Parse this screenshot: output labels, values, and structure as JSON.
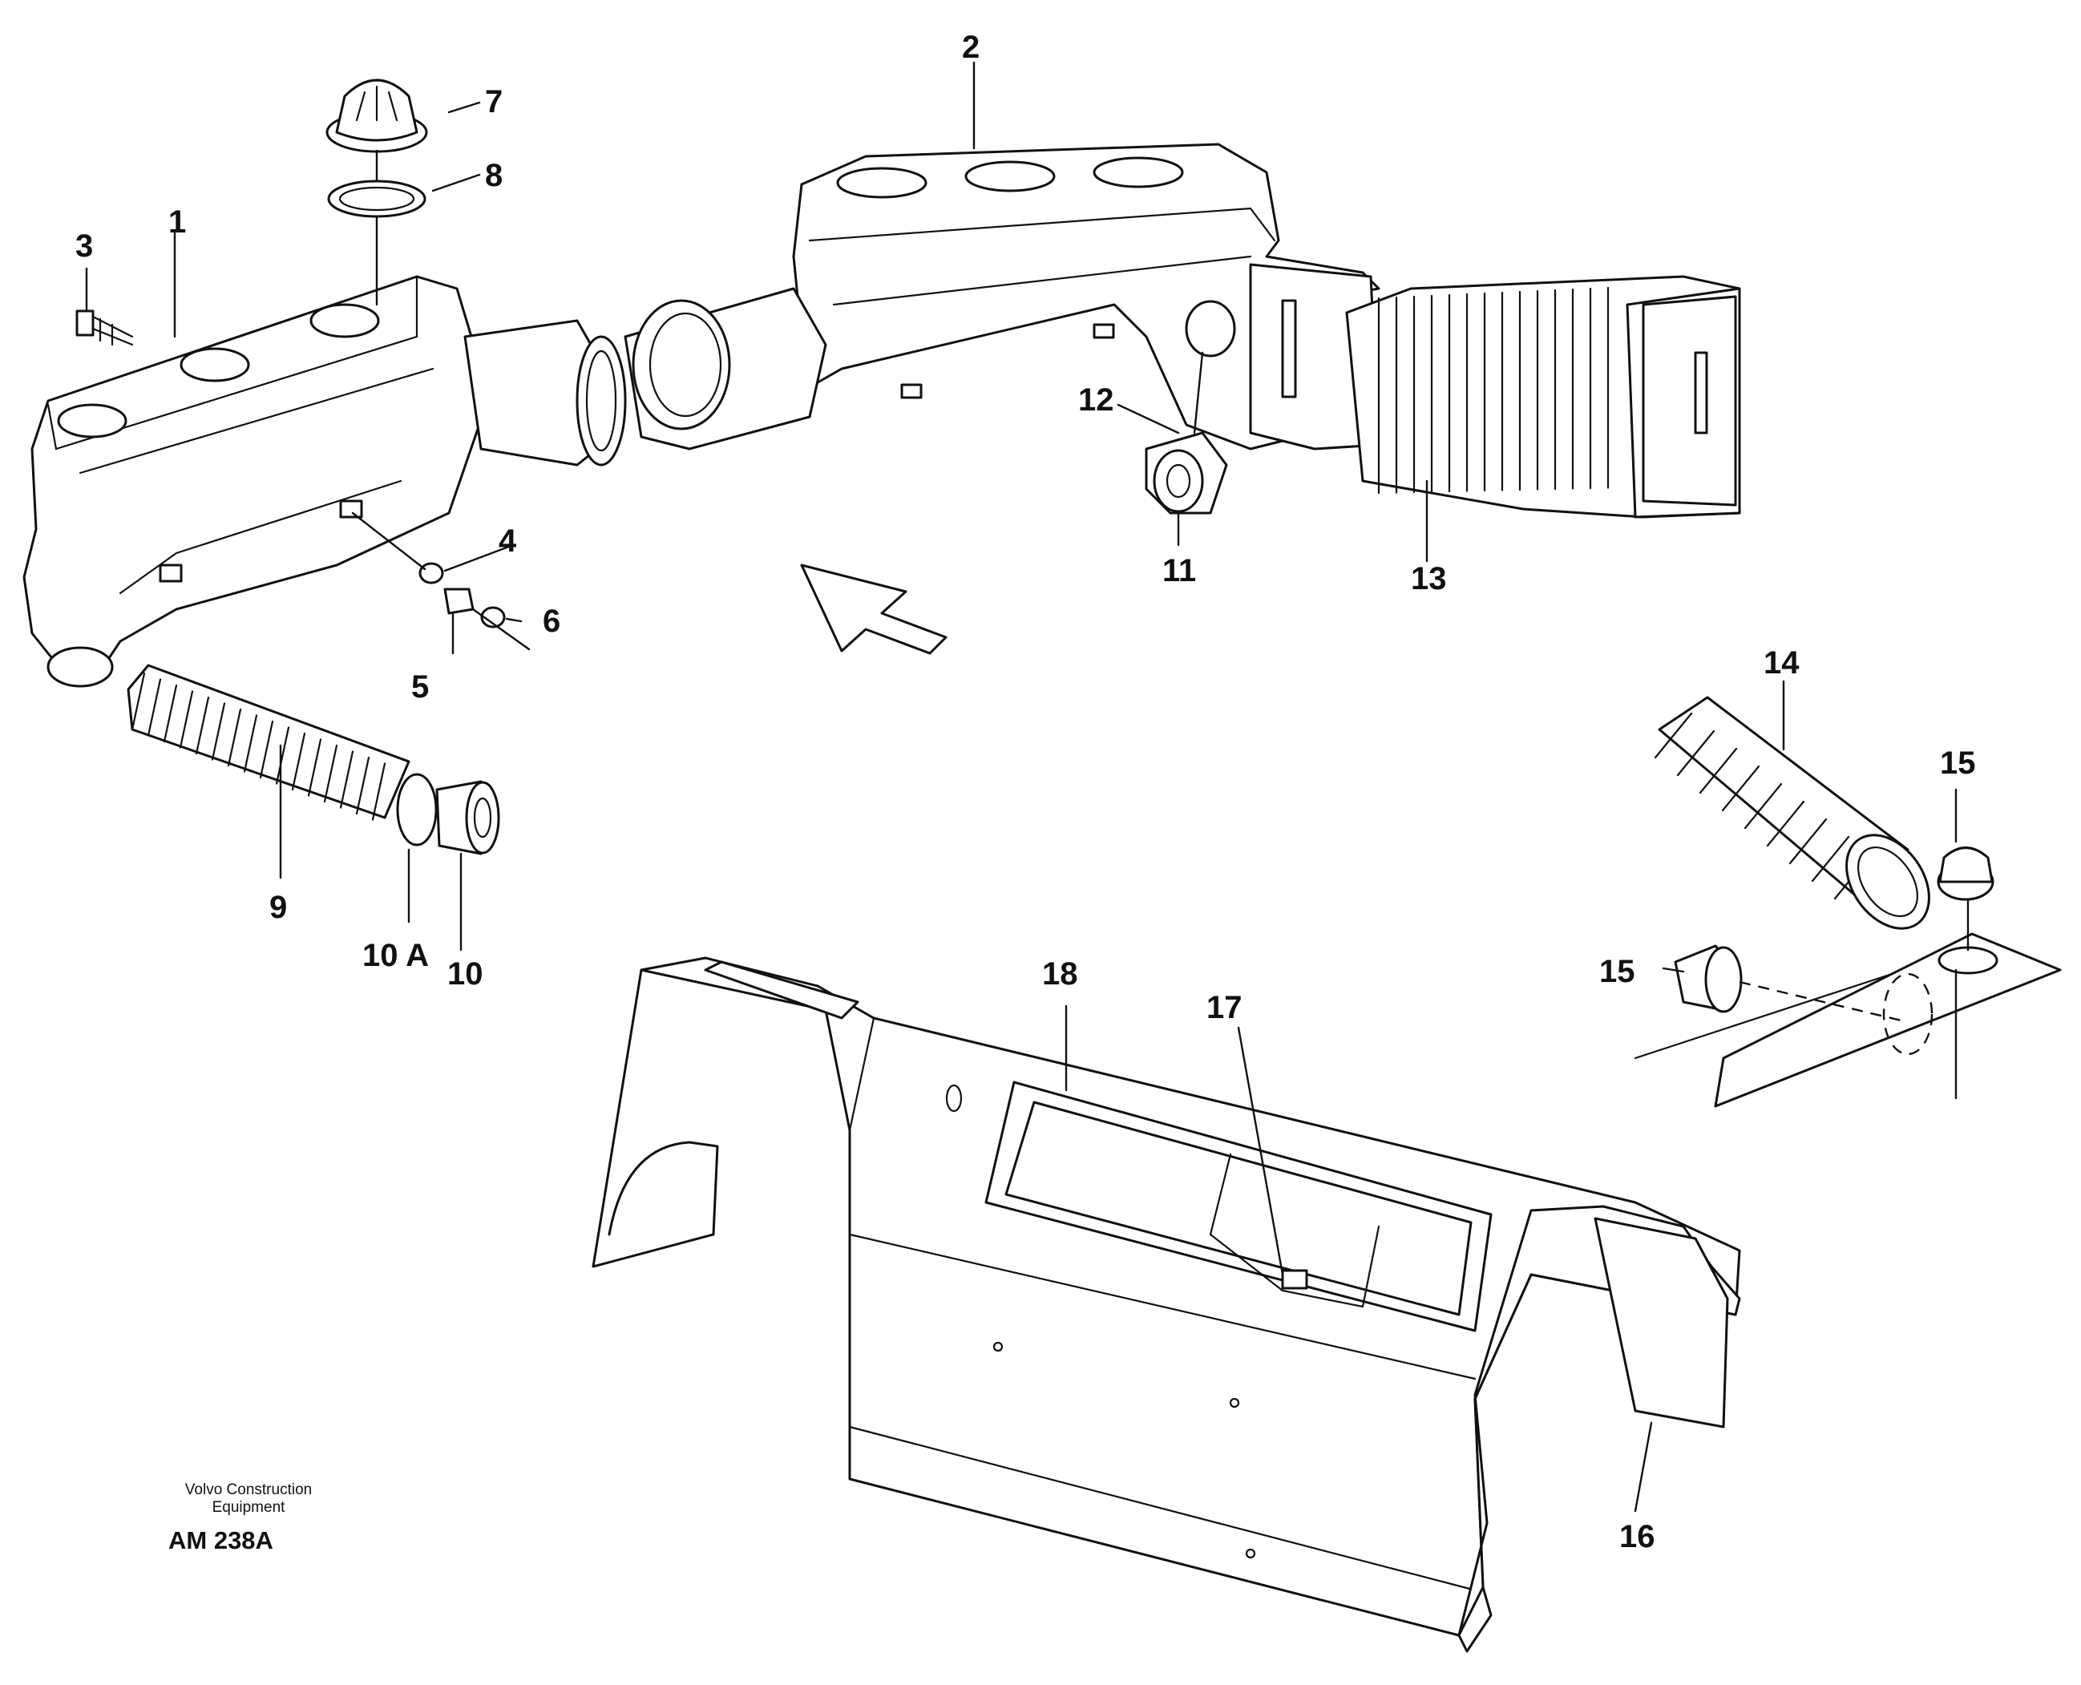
{
  "figure": {
    "company_line1": "Volvo Construction",
    "company_line2": "Equipment",
    "drawing_code": "AM 238A"
  },
  "callouts": [
    {
      "id": "c1",
      "label": "1"
    },
    {
      "id": "c2",
      "label": "2"
    },
    {
      "id": "c3",
      "label": "3"
    },
    {
      "id": "c4",
      "label": "4"
    },
    {
      "id": "c5",
      "label": "5"
    },
    {
      "id": "c6",
      "label": "6"
    },
    {
      "id": "c7",
      "label": "7"
    },
    {
      "id": "c8",
      "label": "8"
    },
    {
      "id": "c9",
      "label": "9"
    },
    {
      "id": "c10",
      "label": "10"
    },
    {
      "id": "c10a",
      "label": "10 A"
    },
    {
      "id": "c11",
      "label": "11"
    },
    {
      "id": "c12",
      "label": "12"
    },
    {
      "id": "c13",
      "label": "13"
    },
    {
      "id": "c14",
      "label": "14"
    },
    {
      "id": "c15a",
      "label": "15"
    },
    {
      "id": "c15b",
      "label": "15"
    },
    {
      "id": "c16",
      "label": "16"
    },
    {
      "id": "c17",
      "label": "17"
    },
    {
      "id": "c18",
      "label": "18"
    }
  ]
}
